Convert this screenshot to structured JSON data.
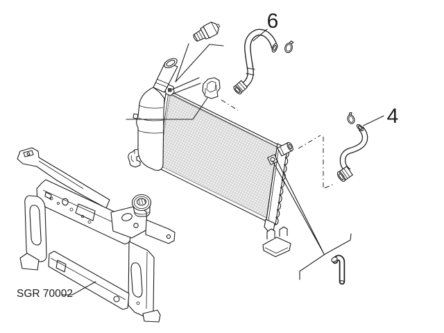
{
  "diagram": {
    "type": "exploded-parts-line-drawing",
    "background": "#ffffff",
    "line_color": "#1a1a1a",
    "core_mesh_fill": "#ececec",
    "core_mesh_line": "#9a9a9a",
    "drawing_number": "SGR 70002",
    "callouts": [
      {
        "label": "6",
        "part": "upper-radiator-hose"
      },
      {
        "label": "4",
        "part": "lower-radiator-hose"
      }
    ],
    "parts": [
      "front-panel",
      "radiator",
      "radiator-core",
      "expansion-tank",
      "filler-neck",
      "radiator-cap",
      "thermo-switch",
      "retaining-clip",
      "inlet-fitting",
      "outlet-fitting",
      "upper-radiator-hose",
      "upper-hose-clamp",
      "lower-radiator-hose",
      "lower-hose-clamp",
      "side-mounting-bracket",
      "lower-mounting-bracket",
      "rubber-mount"
    ]
  }
}
